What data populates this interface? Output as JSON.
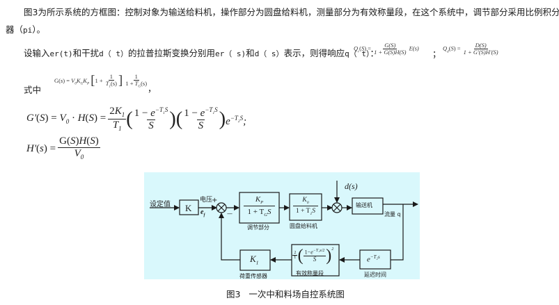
{
  "paragraph1": {
    "line1": "图3为所示系统的方框图：控制对象为输送给料机，操作部分为圆盘给料机，测量部分为有效称量段，在这个系统中，调节部分采用比例积分控制",
    "line2_prefix": "器（",
    "line2_code": "pi",
    "line2_suffix": "）。"
  },
  "paragraph2": {
    "t1": "设输入",
    "c1": "er(t)",
    "t2": "和干扰",
    "c2": "d（ t）",
    "t3": "的拉普拉斯变换分别用",
    "c3": "er（ s)",
    "t4": "和",
    "c4": "d（ s）",
    "t5": "表示，则得响应",
    "c5": "q（ t）",
    "t6": "：",
    "sep": "；"
  },
  "formulas": {
    "q1_lhs": "Q",
    "q1_num": "G(S)",
    "q1_den": "1 + G(S)H(S)",
    "q1_tail": "E(s)",
    "q2_lhs": "Q",
    "q2_num": "D(S)",
    "q2_den": "1 + G'(S)H'(S)",
    "where_label": "式中",
    "g_def": "G(s) = V₀K_GK_P [1 + 1/(T₁(s))] · 1/(1 + T_G(s))",
    "g_def_tail": "，",
    "gprime": "G'(S) = V₀ · H(S) = (2K₁/T₁)((1−e^(−T₁S))/S)((1−e^(−T₁S))/S)e^(−T₂S)；",
    "hprime": "H'(s) = G(S)H(S) / V₀"
  },
  "diagram": {
    "background": "#d9f8fc",
    "line_color": "#1a1a1a",
    "setpoint_label": "设定值",
    "gain_block": "K",
    "voltage_label": "电压",
    "error_label": "e",
    "error_sub": "f",
    "plus_sign": "+",
    "minus_sign": "—",
    "controller_num": "K",
    "controller_num_sub": "P",
    "controller_den": "1 + T",
    "controller_den_sub": "G",
    "controller_den_tail": "S",
    "controller_label": "调节部分",
    "feeder_num": "K",
    "feeder_num_sub": "0",
    "feeder_den": "1 + T",
    "feeder_den_sub": "1",
    "feeder_den_tail": "S",
    "feeder_label": "圆盘给料机",
    "disturbance_label": "d(s)",
    "conveyor_block": "输送机",
    "flow_label": "流量 q",
    "delay_block": "e",
    "delay_sup": "−T₂s",
    "delay_label": "延迟时间",
    "weigh_block": "(2/T)((1−e^(−T₁s/2))/S)²",
    "weigh_label": "有效称量段",
    "sensor_block": "K",
    "sensor_sub": "1",
    "sensor_label": "荷重传感器"
  },
  "caption": {
    "figure_no": "图3",
    "title": "一次中和料场自控系统图"
  }
}
